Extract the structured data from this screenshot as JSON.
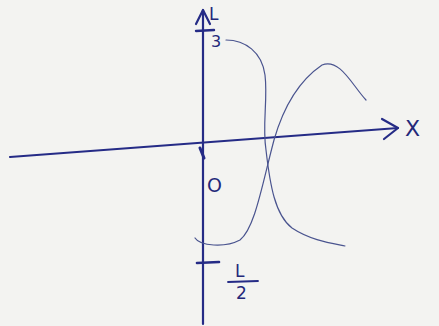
{
  "diagram": {
    "labels": [
      "L",
      "3",
      "O",
      "L",
      "2",
      "X"
    ]
  }
}
